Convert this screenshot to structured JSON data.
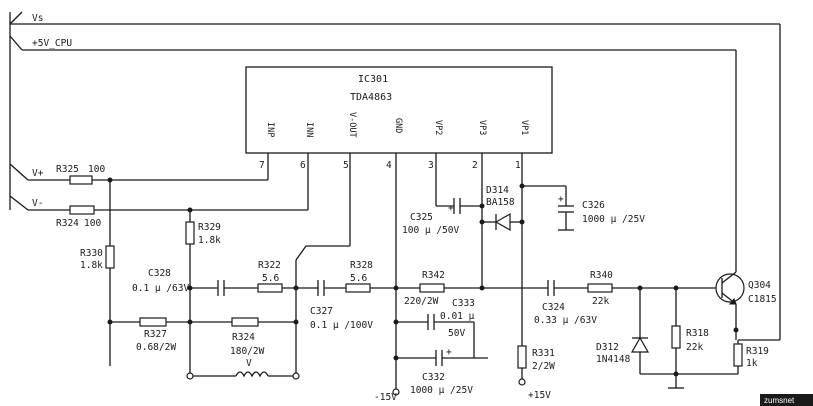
{
  "rails": {
    "vs": "Vs",
    "v5": "+5V_CPU"
  },
  "ic": {
    "ref": "IC301",
    "part": "TDA4863",
    "pins": [
      {
        "name": "INP",
        "num": "7"
      },
      {
        "name": "INN",
        "num": "6"
      },
      {
        "name": "V-OUT",
        "num": "5"
      },
      {
        "name": "GND",
        "num": "4"
      },
      {
        "name": "VP2",
        "num": "3"
      },
      {
        "name": "VP3",
        "num": "2"
      },
      {
        "name": "VP1",
        "num": "1"
      }
    ]
  },
  "inputs": {
    "vplus": "V+",
    "vminus": "V-"
  },
  "components": {
    "R325": {
      "ref": "R325",
      "value": "100"
    },
    "R324a": {
      "ref": "R324",
      "value": "100"
    },
    "R329": {
      "ref": "R329",
      "value": "1.8k"
    },
    "R330": {
      "ref": "R330",
      "value": "1.8k"
    },
    "C328": {
      "ref": "C328",
      "value": "0.1 μ /63V"
    },
    "R322": {
      "ref": "R322",
      "value": "5.6"
    },
    "R327": {
      "ref": "R327",
      "value": "0.68/2W"
    },
    "R324b": {
      "ref": "R324",
      "value": "180/2W"
    },
    "L": {
      "ref": "V"
    },
    "C327": {
      "ref": "C327",
      "value": "0.1 μ /100V"
    },
    "R328": {
      "ref": "R328",
      "value": "5.6"
    },
    "R342": {
      "ref": "R342",
      "value": "220/2W"
    },
    "C333": {
      "ref": "C333",
      "value": "0.01 μ",
      "value2": "50V"
    },
    "C332": {
      "ref": "C332",
      "value": "1000 μ /25V"
    },
    "C325": {
      "ref": "C325",
      "value": "100 μ /50V"
    },
    "D314": {
      "ref": "D314",
      "value": "BA158"
    },
    "C326": {
      "ref": "C326",
      "value": "1000 μ /25V"
    },
    "R331": {
      "ref": "R331",
      "value": "2/2W"
    },
    "C324": {
      "ref": "C324",
      "value": "0.33 μ /63V"
    },
    "R340": {
      "ref": "R340",
      "value": "22k"
    },
    "D312": {
      "ref": "D312",
      "value": "1N4148"
    },
    "R318": {
      "ref": "R318",
      "value": "22k"
    },
    "R319": {
      "ref": "R319",
      "value": "1k"
    },
    "Q304": {
      "ref": "Q304",
      "value": "C1815"
    }
  },
  "supplies": {
    "neg15": "-15V",
    "pos15": "+15V"
  },
  "watermark": "zumsnet"
}
